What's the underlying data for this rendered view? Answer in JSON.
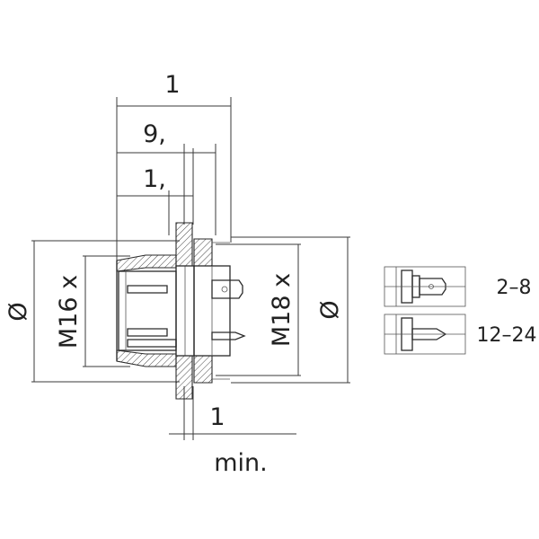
{
  "labels": {
    "overall_length": "1",
    "body_length": "9,",
    "flange_offset": "1,",
    "min_thickness": "1",
    "min_text": "min.",
    "diameter_left": "Ø",
    "thread_m16": "M16 x",
    "thread_m18": "M18 x",
    "diameter_right": "Ø",
    "variant_a": "2–8",
    "variant_b": "12–24"
  }
}
